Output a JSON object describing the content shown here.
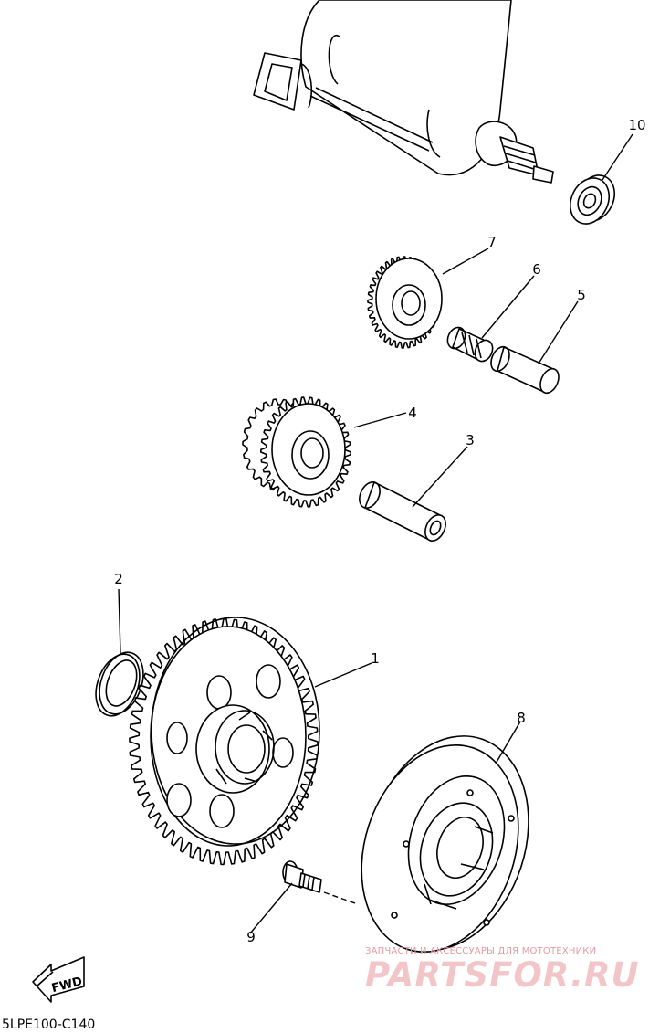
{
  "diagram_code": "5LPE100-C140",
  "fwd_label": "FWD",
  "callouts": [
    {
      "id": "1",
      "label": "1"
    },
    {
      "id": "2",
      "label": "2"
    },
    {
      "id": "3",
      "label": "3"
    },
    {
      "id": "4",
      "label": "4"
    },
    {
      "id": "5",
      "label": "5"
    },
    {
      "id": "6",
      "label": "6"
    },
    {
      "id": "7",
      "label": "7"
    },
    {
      "id": "8",
      "label": "8"
    },
    {
      "id": "9",
      "label": "9"
    },
    {
      "id": "10",
      "label": "10"
    }
  ],
  "watermark": {
    "tagline": "ЗАПЧАСТИ И АКСЕССУАРЫ ДЛЯ МОТОТЕХНИКИ",
    "brand": "PARTSFOR.RU",
    "color": "#e59aa0"
  }
}
